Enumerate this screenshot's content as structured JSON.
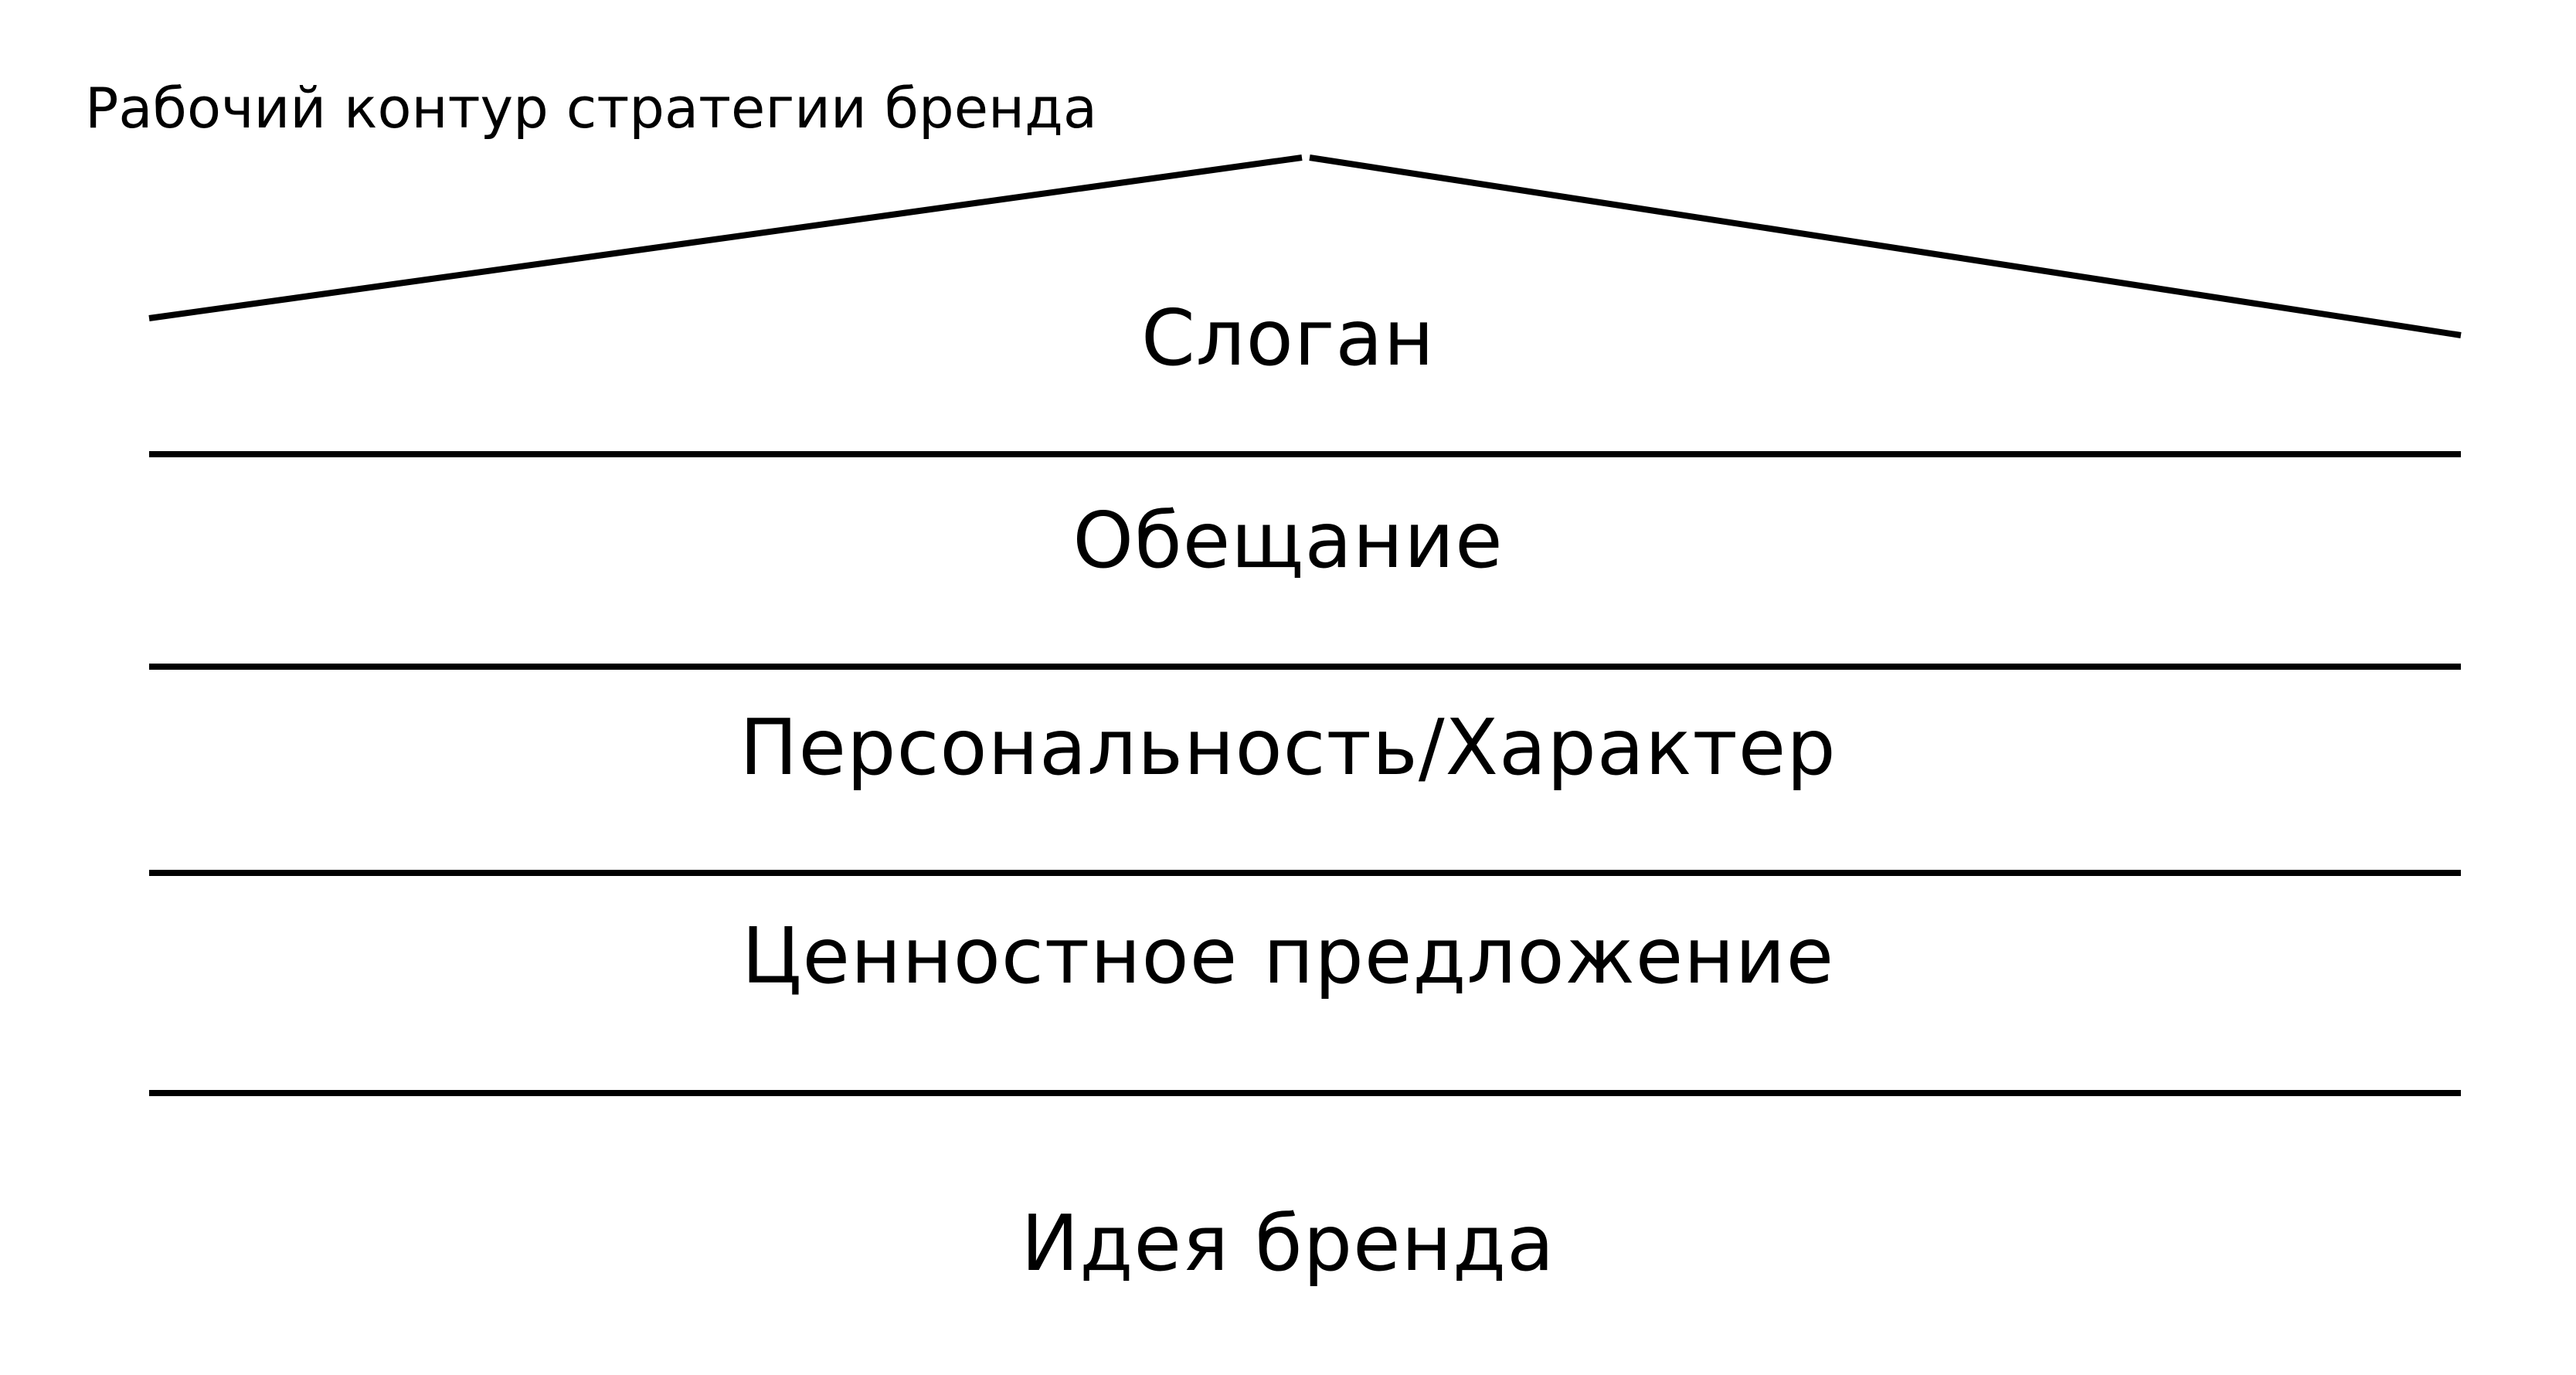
{
  "diagram": {
    "title": "Рабочий контур стратегии бренда",
    "line_color": "#000000",
    "layers": [
      {
        "label": "Слоган"
      },
      {
        "label": "Обещание"
      },
      {
        "label": "Персональность/Характер"
      },
      {
        "label": "Ценностное предложение"
      },
      {
        "label": "Идея бренда"
      }
    ]
  }
}
